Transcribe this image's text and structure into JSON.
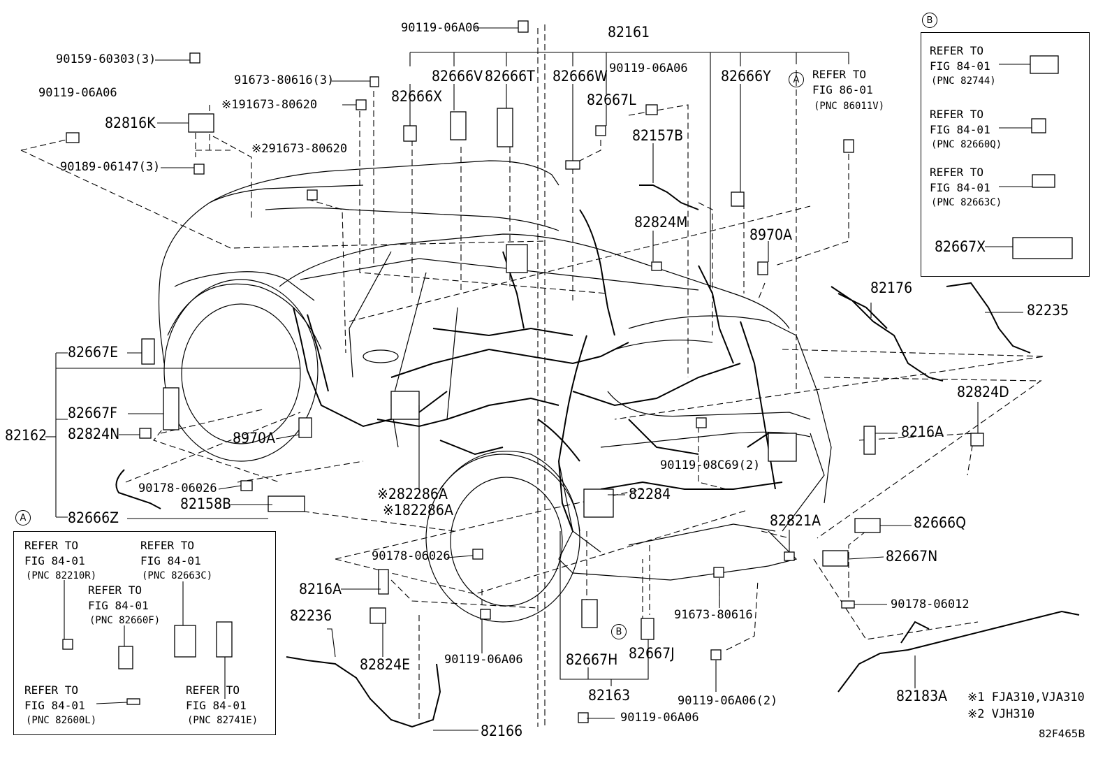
{
  "diagram": {
    "main_label": "82161",
    "part_numbers": {
      "p_82161": "82161",
      "p_82162": "82162",
      "p_82163": "82163",
      "p_82666V": "82666V",
      "p_82666T": "82666T",
      "p_82666W": "82666W",
      "p_82666X": "82666X",
      "p_82666Y": "82666Y",
      "p_82667L": "82667L",
      "p_82157B": "82157B",
      "p_82824M": "82824M",
      "p_8970A_top": "8970A",
      "p_82816K": "82816K",
      "p_82667E": "82667E",
      "p_82667F": "82667F",
      "p_82824N": "82824N",
      "p_8970A_left": "8970A",
      "p_82158B": "82158B",
      "p_82666Z": "82666Z",
      "p_82286A_2": "※282286A",
      "p_82286A_1": "※182286A",
      "p_82284": "82284",
      "p_82176": "82176",
      "p_82235": "82235",
      "p_82824D": "82824D",
      "p_8216A_right": "8216A",
      "p_82821A": "82821A",
      "p_82666Q": "82666Q",
      "p_82667N": "82667N",
      "p_8216A_left": "8216A",
      "p_82236": "82236",
      "p_82824E": "82824E",
      "p_82667H": "82667H",
      "p_82667J": "82667J",
      "p_82183A": "82183A",
      "p_82166": "82166"
    },
    "fasteners": {
      "f1": "90119-06A06",
      "f2": "90159-60303(3)",
      "f3": "90119-06A06",
      "f4": "91673-80616(3)",
      "f5": "※191673-80620",
      "f6": "※291673-80620",
      "f7": "90189-06147(3)",
      "f8": "90119-06A06",
      "f9": "90119-08C69(2)",
      "f10": "90178-06026",
      "f11": "90178-06026",
      "f12": "90178-06012",
      "f13": "91673-80616",
      "f14": "90119-06A06",
      "f15": "90119-06A06(2)",
      "f16": "90119-06A06"
    },
    "refer_top": {
      "circle": "A",
      "line1": "REFER TO",
      "line2": "FIG 86-01",
      "pnc": "(PNC 86011V)"
    },
    "callout_b_markers": [
      "B",
      "B"
    ],
    "callout_a_marker": "A"
  },
  "box_b": {
    "title": "B",
    "items": [
      {
        "line1": "REFER TO",
        "line2": "FIG 84-01",
        "pnc": "(PNC 82744)"
      },
      {
        "line1": "REFER TO",
        "line2": "FIG 84-01",
        "pnc": "(PNC 82660Q)"
      },
      {
        "line1": "REFER TO",
        "line2": "FIG 84-01",
        "pnc": "(PNC 82663C)"
      }
    ],
    "part": "82667X"
  },
  "box_a": {
    "title": "A",
    "items": [
      {
        "line1": "REFER TO",
        "line2": "FIG 84-01",
        "pnc": "(PNC 82210R)"
      },
      {
        "line1": "REFER TO",
        "line2": "FIG 84-01",
        "pnc": "(PNC 82663C)"
      },
      {
        "line1": "REFER TO",
        "line2": "FIG 84-01",
        "pnc": "(PNC 82660F)"
      },
      {
        "line1": "REFER TO",
        "line2": "FIG 84-01",
        "pnc": "(PNC 82600L)"
      },
      {
        "line1": "REFER TO",
        "line2": "FIG 84-01",
        "pnc": "(PNC 82741E)"
      }
    ]
  },
  "notes": {
    "n1": "※1 FJA310,VJA310",
    "n2": "※2 VJH310"
  },
  "figure_code": "82F465B"
}
